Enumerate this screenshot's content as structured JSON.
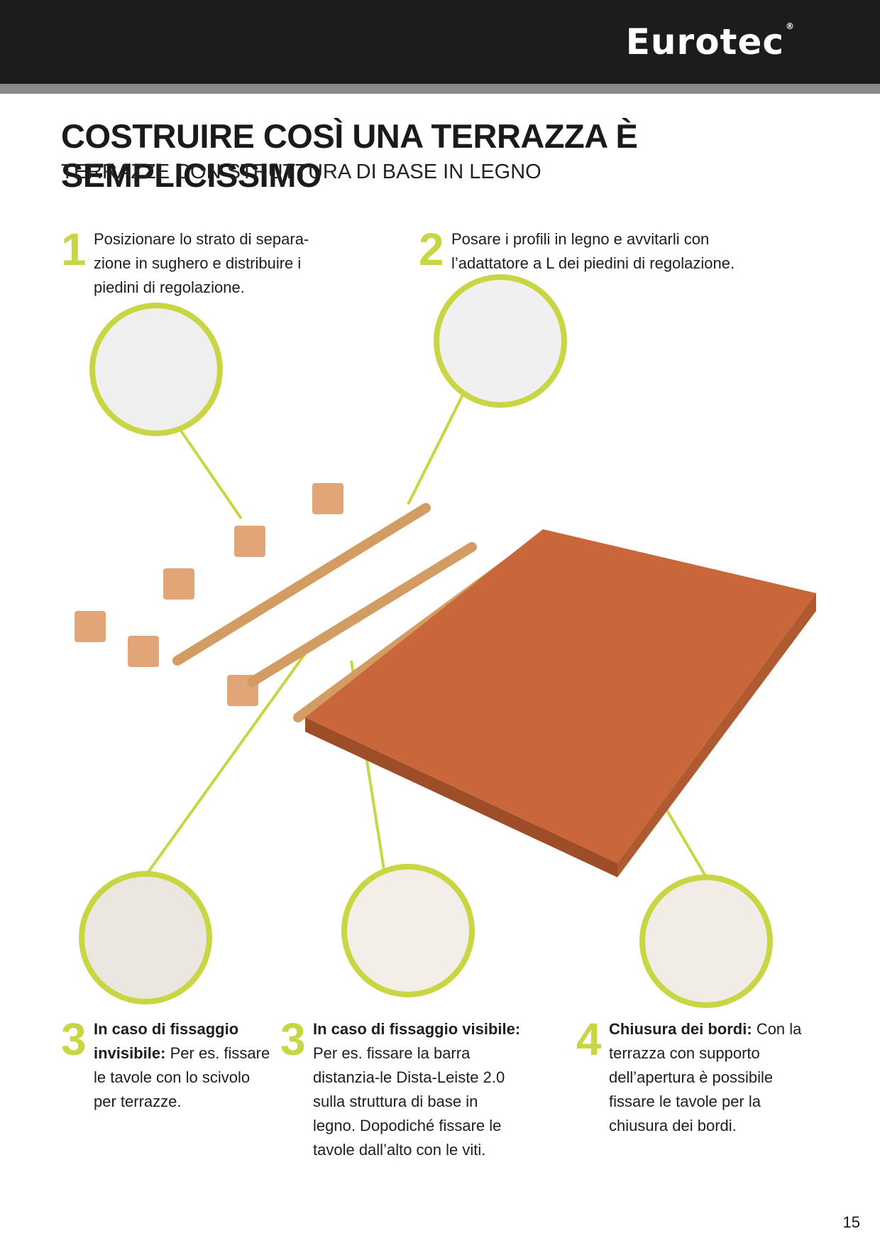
{
  "brand": {
    "name": "Eurotec",
    "registered": "®"
  },
  "title": "COSTRUIRE COSÌ UNA TERRAZZA È SEMPLICISSIMO",
  "subtitle": "TERRAZZE CON STRUTTURA DI BASE IN LEGNO",
  "steps": [
    {
      "number": "1",
      "bold": "",
      "text": "Posizionare lo strato di separa-zione in sughero e distribuire i piedini di regolazione."
    },
    {
      "number": "2",
      "bold": "",
      "text": "Posare i profili in legno e avvitarli con l’adattatore a L dei piedini di regolazione."
    },
    {
      "number": "3",
      "bold": "In caso di fissaggio invisibile:",
      "text": "Per es. fissare le tavole con lo scivolo per terrazze."
    },
    {
      "number": "3",
      "bold": "In caso di fissaggio visibile:",
      "text": "Per es. fissare la barra distanzia-le Dista-Leiste 2.0 sulla struttura di base in legno. Dopodiché fissare le tavole dall’alto con le viti."
    },
    {
      "number": "4",
      "bold": "Chiusura dei bordi:",
      "text": "Con la terrazza con supporto dell’apertura è possibile fissare le tavole per la chiusura dei bordi."
    }
  ],
  "page_number": "15",
  "colors": {
    "accent": "#c8d644",
    "header": "#1c1c1c",
    "decking": "#c9673a",
    "cork": "#e2a577"
  }
}
